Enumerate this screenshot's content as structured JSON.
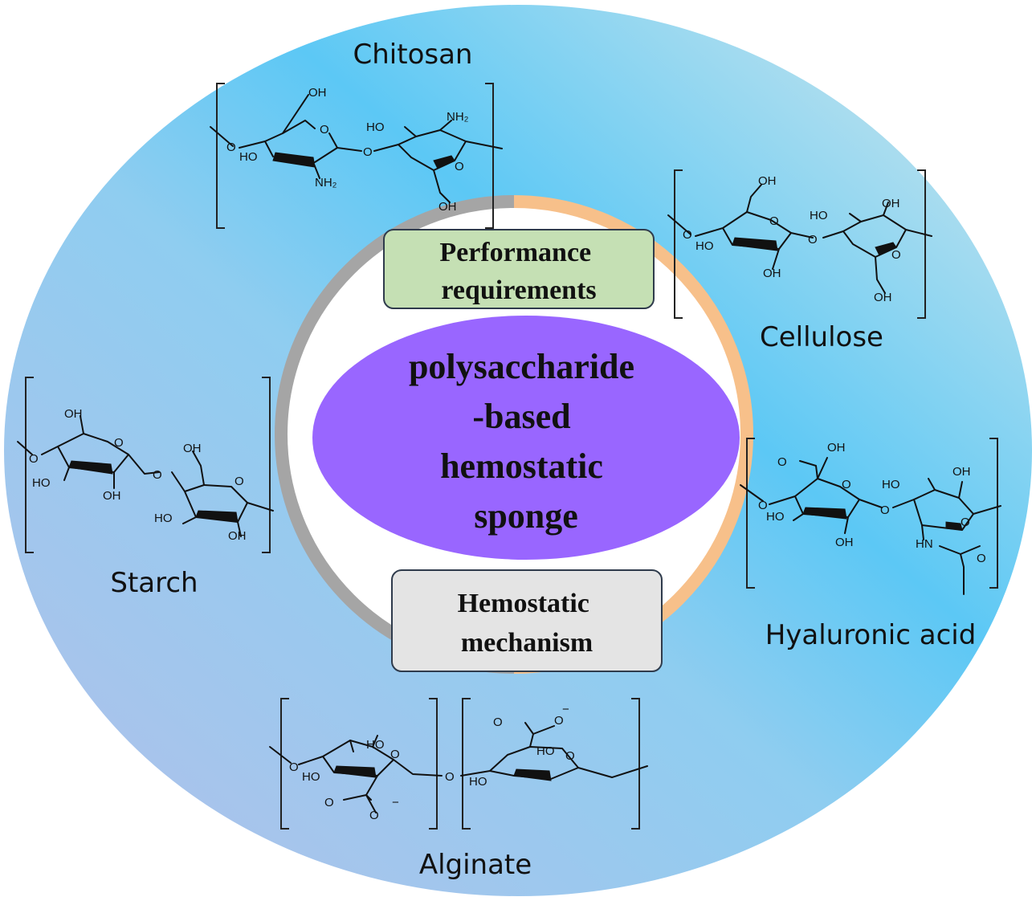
{
  "center": {
    "lines": [
      "polysaccharide",
      "-based",
      "hemostatic",
      "sponge"
    ]
  },
  "top_box": {
    "lines": [
      "Performance",
      "requirements"
    ]
  },
  "bottom_box": {
    "lines": [
      "Hemostatic",
      "mechanism"
    ]
  },
  "labels": {
    "chitosan": "Chitosan",
    "cellulose": "Cellulose",
    "starch": "Starch",
    "hyaluronic": "Hyaluronic acid",
    "alginate": "Alginate"
  },
  "atoms": {
    "oh": "OH",
    "ho": "HO",
    "o": "O",
    "nh2": "NH₂",
    "hn": "HN",
    "minus": "−"
  },
  "colors": {
    "outer_blue": "#5cc8f5",
    "outer_lavender": "#b3c0ea",
    "outer_mint": "#dce8cf",
    "center_oval": "#9966ff",
    "ring_gray": "#a5a5a5",
    "ring_orange": "#f7c08a",
    "top_box_fill": "#c5e0b4",
    "bottom_box_fill": "#e4e4e4"
  }
}
